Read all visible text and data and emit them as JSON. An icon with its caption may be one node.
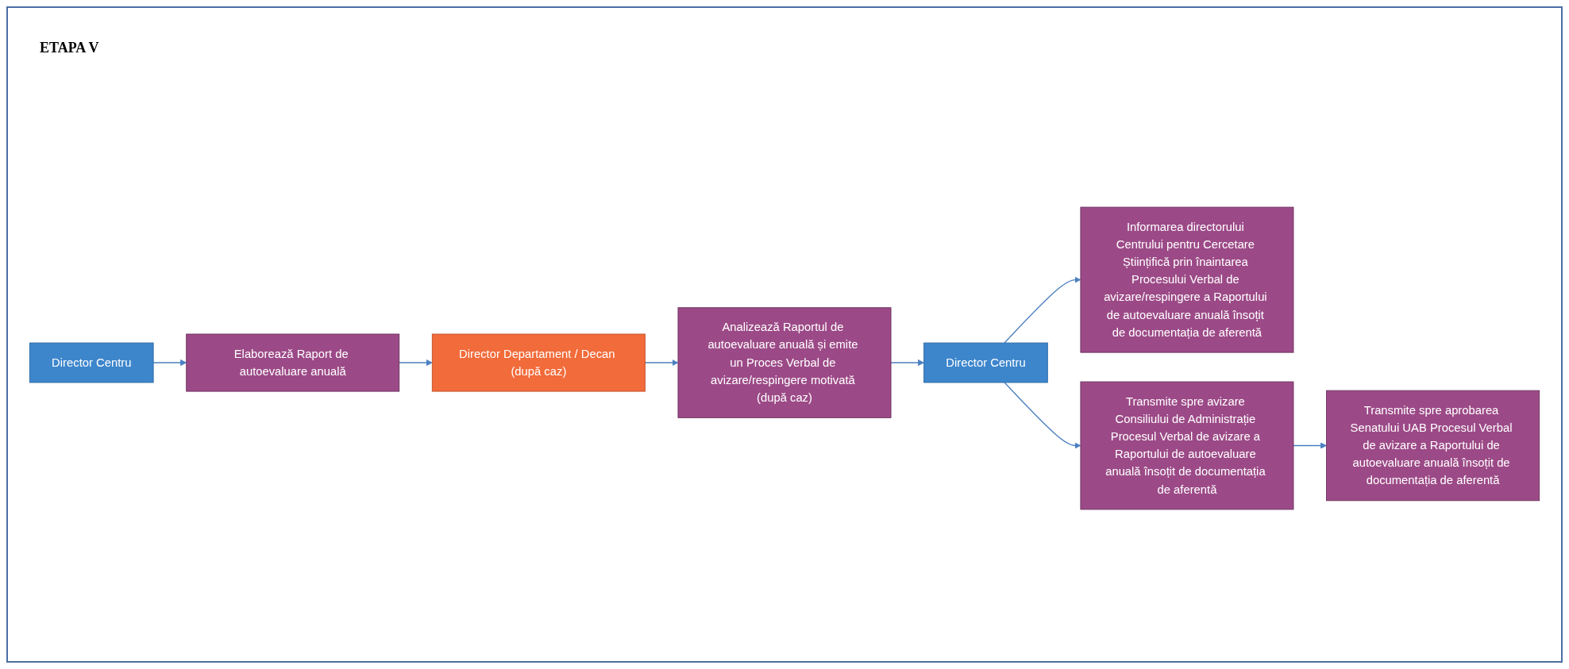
{
  "diagram": {
    "title": "ETAPA V",
    "nodes": [
      {
        "text": [
          "Director Centru"
        ]
      },
      {
        "text": [
          "Elaborează Raport de autoevaluare anuală"
        ]
      },
      {
        "text": [
          "Director Departament / Decan (după caz)"
        ]
      },
      {
        "text": [
          "Analizează Raportul de autoevaluare anuală și emite un Proces Verbal de avizare/respingere motivată (după caz)"
        ]
      },
      {
        "text": [
          "Informarea directorului Centrului pentru Cercetare Științifică prin înaintarea Procesului Verbal de avizare/respingere a Raportului de autoevaluare anuală însoțit de documentația de aferentă"
        ]
      },
      {
        "text": [
          "Director Centru"
        ]
      },
      {
        "text": [
          "Transmite spre aprobarea Senatului UAB Procesul Verbal de avizare a Raportului de autoevaluare anuală însoțit de documentația de aferentă"
        ]
      },
      {
        "text": [
          "Transmite spre avizare Consiliului de Administrație Procesul Verbal de avizare a Raportului de autoevaluare anuală însoțit de documentația de aferentă"
        ]
      }
    ],
    "edges": [
      {
        "from": 0,
        "to": 1,
        "arrow": "to"
      },
      {
        "from": 1,
        "to": 2,
        "arrow": "to"
      },
      {
        "from": 2,
        "to": 3,
        "arrow": "to"
      },
      {
        "from": 3,
        "to": 5,
        "arrow": "to"
      },
      {
        "from": 5,
        "to": 4,
        "arrow": "to"
      },
      {
        "from": 5,
        "to": 7,
        "arrow": "to"
      },
      {
        "from": 7,
        "to": 6,
        "arrow": "to"
      }
    ]
  }
}
